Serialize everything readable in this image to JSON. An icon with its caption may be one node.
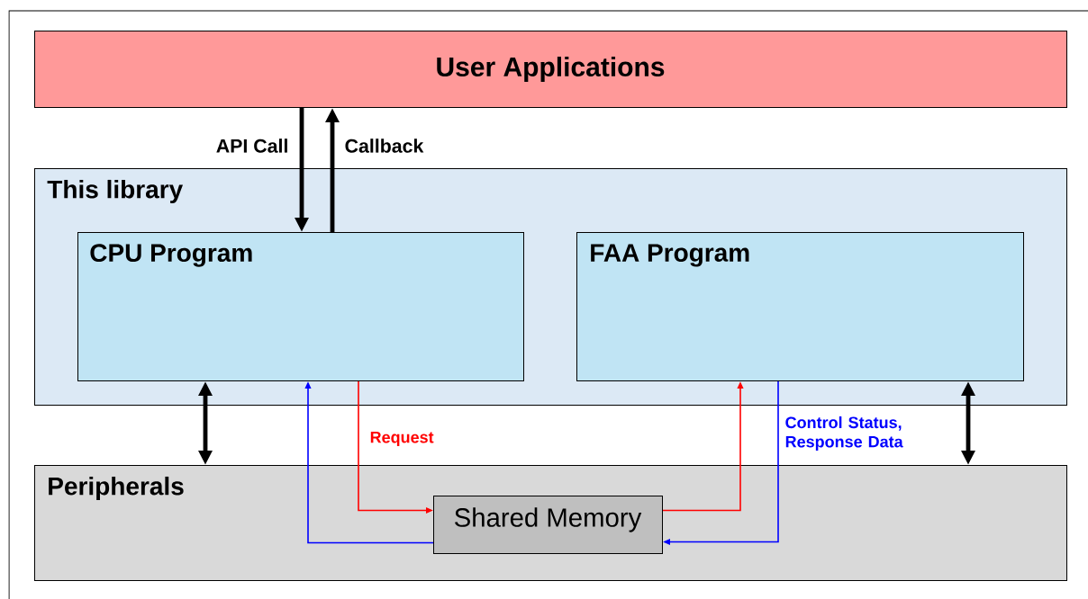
{
  "diagram": {
    "nodes": [
      {
        "text": [
          "User Applications"
        ]
      },
      {
        "text": [
          "This library"
        ]
      },
      {
        "text": [
          "CPU Program"
        ],
        "in": 1
      },
      {
        "text": [
          "FAA Program"
        ],
        "in": 1
      },
      {
        "text": [
          "Peripherals"
        ]
      },
      {
        "text": [
          "Shared Memory"
        ],
        "in": 4
      }
    ],
    "edges": [
      {
        "from": 0,
        "to": 2,
        "arrow": "to",
        "label": "API Call",
        "style": "thick"
      },
      {
        "from": 2,
        "to": 0,
        "arrow": "to",
        "label": "Callback",
        "style": "thick"
      },
      {
        "from": 2,
        "to": 4,
        "arrow": "both",
        "style": "thick"
      },
      {
        "from": 2,
        "to": 5,
        "arrow": "to",
        "label": "Request",
        "color": "#ff0000"
      },
      {
        "from": 5,
        "to": 2,
        "arrow": "to",
        "color": "#0000ff"
      },
      {
        "from": 5,
        "to": 3,
        "arrow": "to",
        "color": "#ff0000"
      },
      {
        "from": 3,
        "to": 5,
        "arrow": "to",
        "label": "Control Status, Response Data",
        "color": "#0000ff"
      },
      {
        "from": 3,
        "to": 4,
        "arrow": "both",
        "style": "thick"
      }
    ]
  }
}
